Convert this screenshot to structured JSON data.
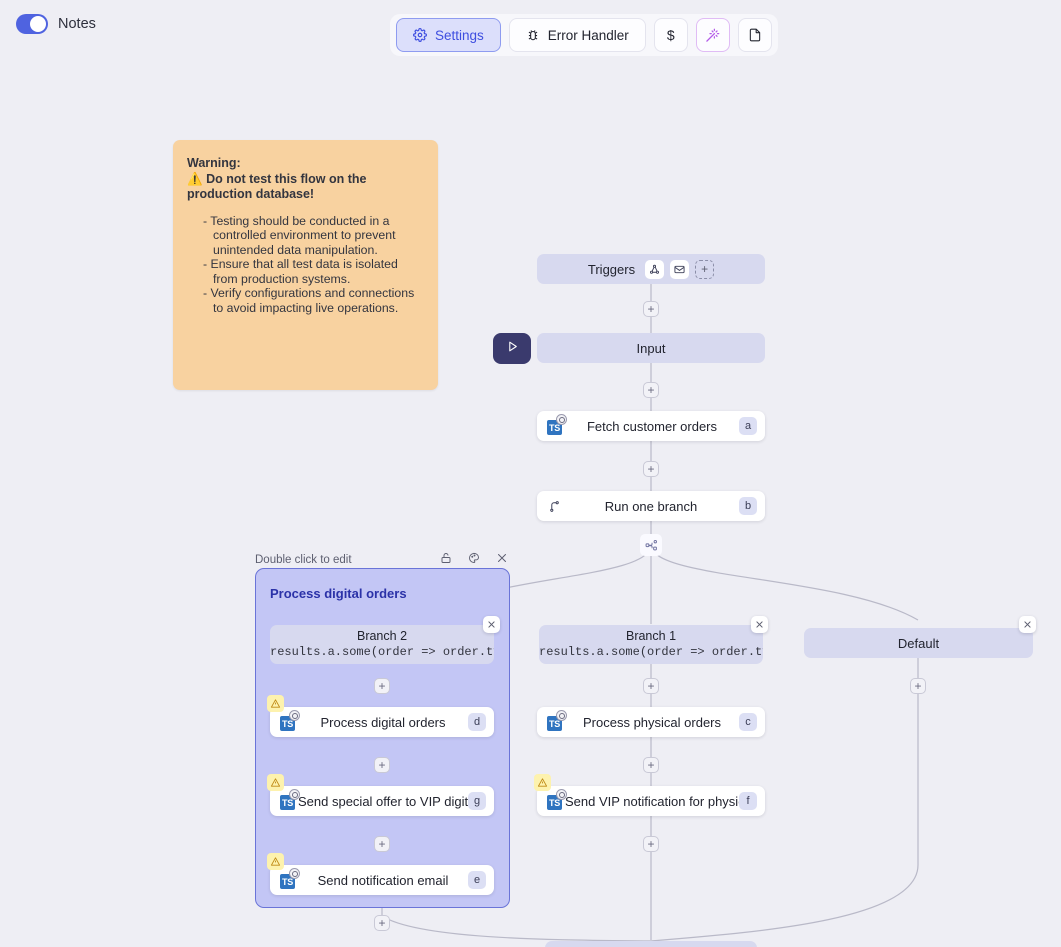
{
  "topbar": {
    "notes_label": "Notes",
    "notes_toggle_state": "on",
    "buttons": [
      {
        "label": "Settings",
        "icon": "gear-icon",
        "active": true
      },
      {
        "label": "Error Handler",
        "icon": "bug-icon",
        "active": false
      },
      {
        "label": "$",
        "icon": "dollar-icon",
        "active": false
      },
      {
        "label": "",
        "icon": "magic-wand-icon",
        "active": false
      },
      {
        "label": "",
        "icon": "file-icon",
        "active": false
      }
    ]
  },
  "note": {
    "title_line1": "Warning:",
    "title_line2": "Do not test this flow on the production database!",
    "warning_emoji": "⚠️",
    "bullets": [
      "Testing should be conducted in a controlled environment to prevent unintended data manipulation.",
      "Ensure that all test data is isolated from production systems.",
      "Verify configurations and connections to avoid impacting live operations."
    ],
    "bg_color": "#f8d2a0"
  },
  "flow": {
    "triggers": {
      "label": "Triggers",
      "icons": [
        "webhook-icon",
        "email-icon"
      ],
      "add_label": "+"
    },
    "input": {
      "label": "Input",
      "run_icon": "play-icon"
    },
    "nodes": [
      {
        "label": "Fetch customer orders",
        "badge": "a",
        "icon": "typescript-icon",
        "warning": false
      },
      {
        "label": "Run one branch",
        "badge": "b",
        "icon": "branch-icon",
        "warning": false
      }
    ],
    "branches": [
      {
        "name": "Branch 2",
        "expression": "results.a.some(order => order.type",
        "grouped": true,
        "group_title": "Process digital orders",
        "group_header_label": "Double click to edit",
        "nodes": [
          {
            "label": "Process digital orders",
            "badge": "d",
            "icon": "typescript-icon",
            "warning": true
          },
          {
            "label": "Send special offer to VIP digital c...",
            "badge": "g",
            "icon": "typescript-icon",
            "warning": true
          },
          {
            "label": "Send notification email",
            "badge": "e",
            "icon": "typescript-icon",
            "warning": true
          }
        ]
      },
      {
        "name": "Branch 1",
        "expression": "results.a.some(order => order.type",
        "grouped": false,
        "nodes": [
          {
            "label": "Process physical orders",
            "badge": "c",
            "icon": "typescript-icon",
            "warning": false
          },
          {
            "label": "Send VIP notification for physical...",
            "badge": "f",
            "icon": "typescript-icon",
            "warning": true
          }
        ]
      },
      {
        "name": "Default",
        "expression": "",
        "grouped": false,
        "nodes": []
      }
    ],
    "group_header_icons": [
      "lock-icon",
      "palette-icon",
      "close-icon"
    ],
    "accent_color": "#4f63e0",
    "pill_color": "#d7d9ef",
    "group_fill_color": "#c3c6f5",
    "group_border_color": "#6a74d8"
  }
}
